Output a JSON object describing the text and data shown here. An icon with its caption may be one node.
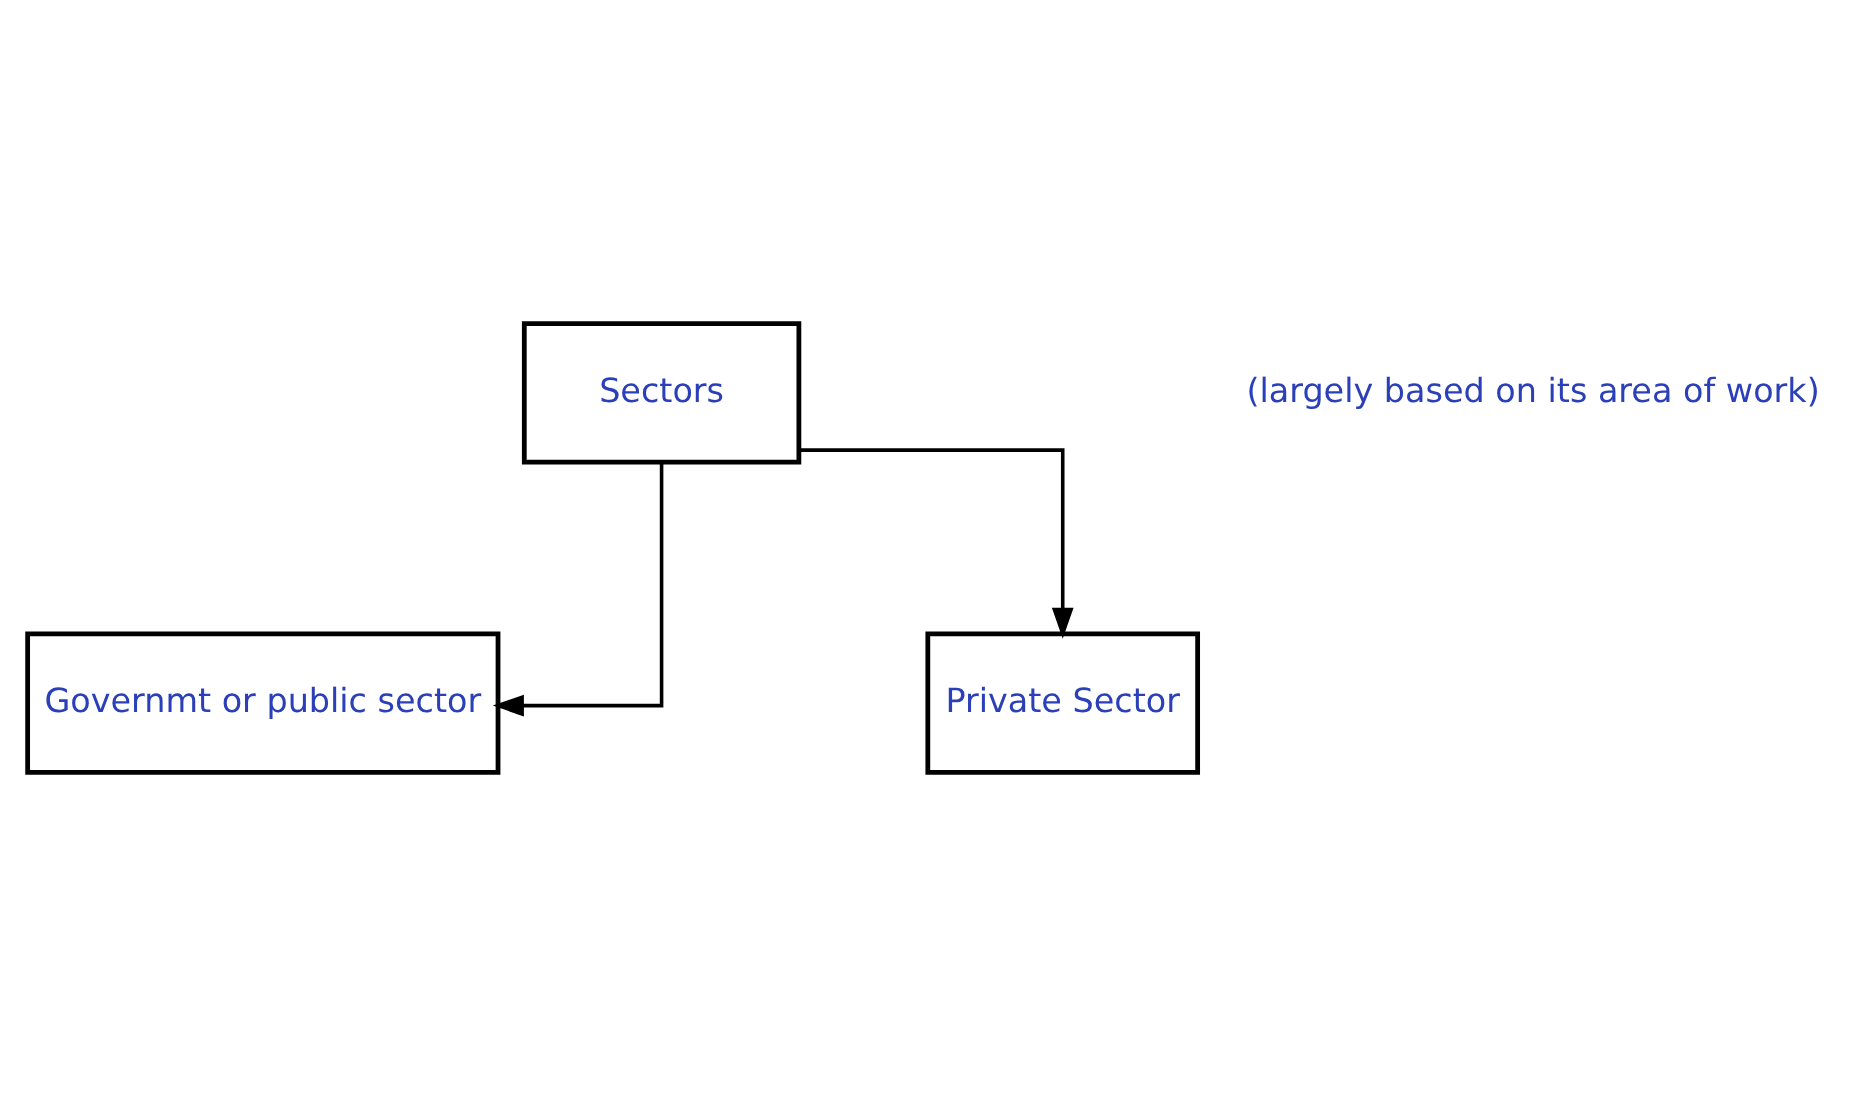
{
  "diagram": {
    "nodes": [
      {
        "text": [
          "Sectors"
        ]
      },
      {
        "text": [
          "Governmt or public sector"
        ]
      },
      {
        "text": [
          "Private Sector"
        ]
      }
    ],
    "edges": [
      {
        "from": 0,
        "to": 1,
        "arrow": "to"
      },
      {
        "from": 0,
        "to": 2,
        "arrow": "to"
      }
    ],
    "labels": [
      "(largely based on its area of work)"
    ]
  }
}
